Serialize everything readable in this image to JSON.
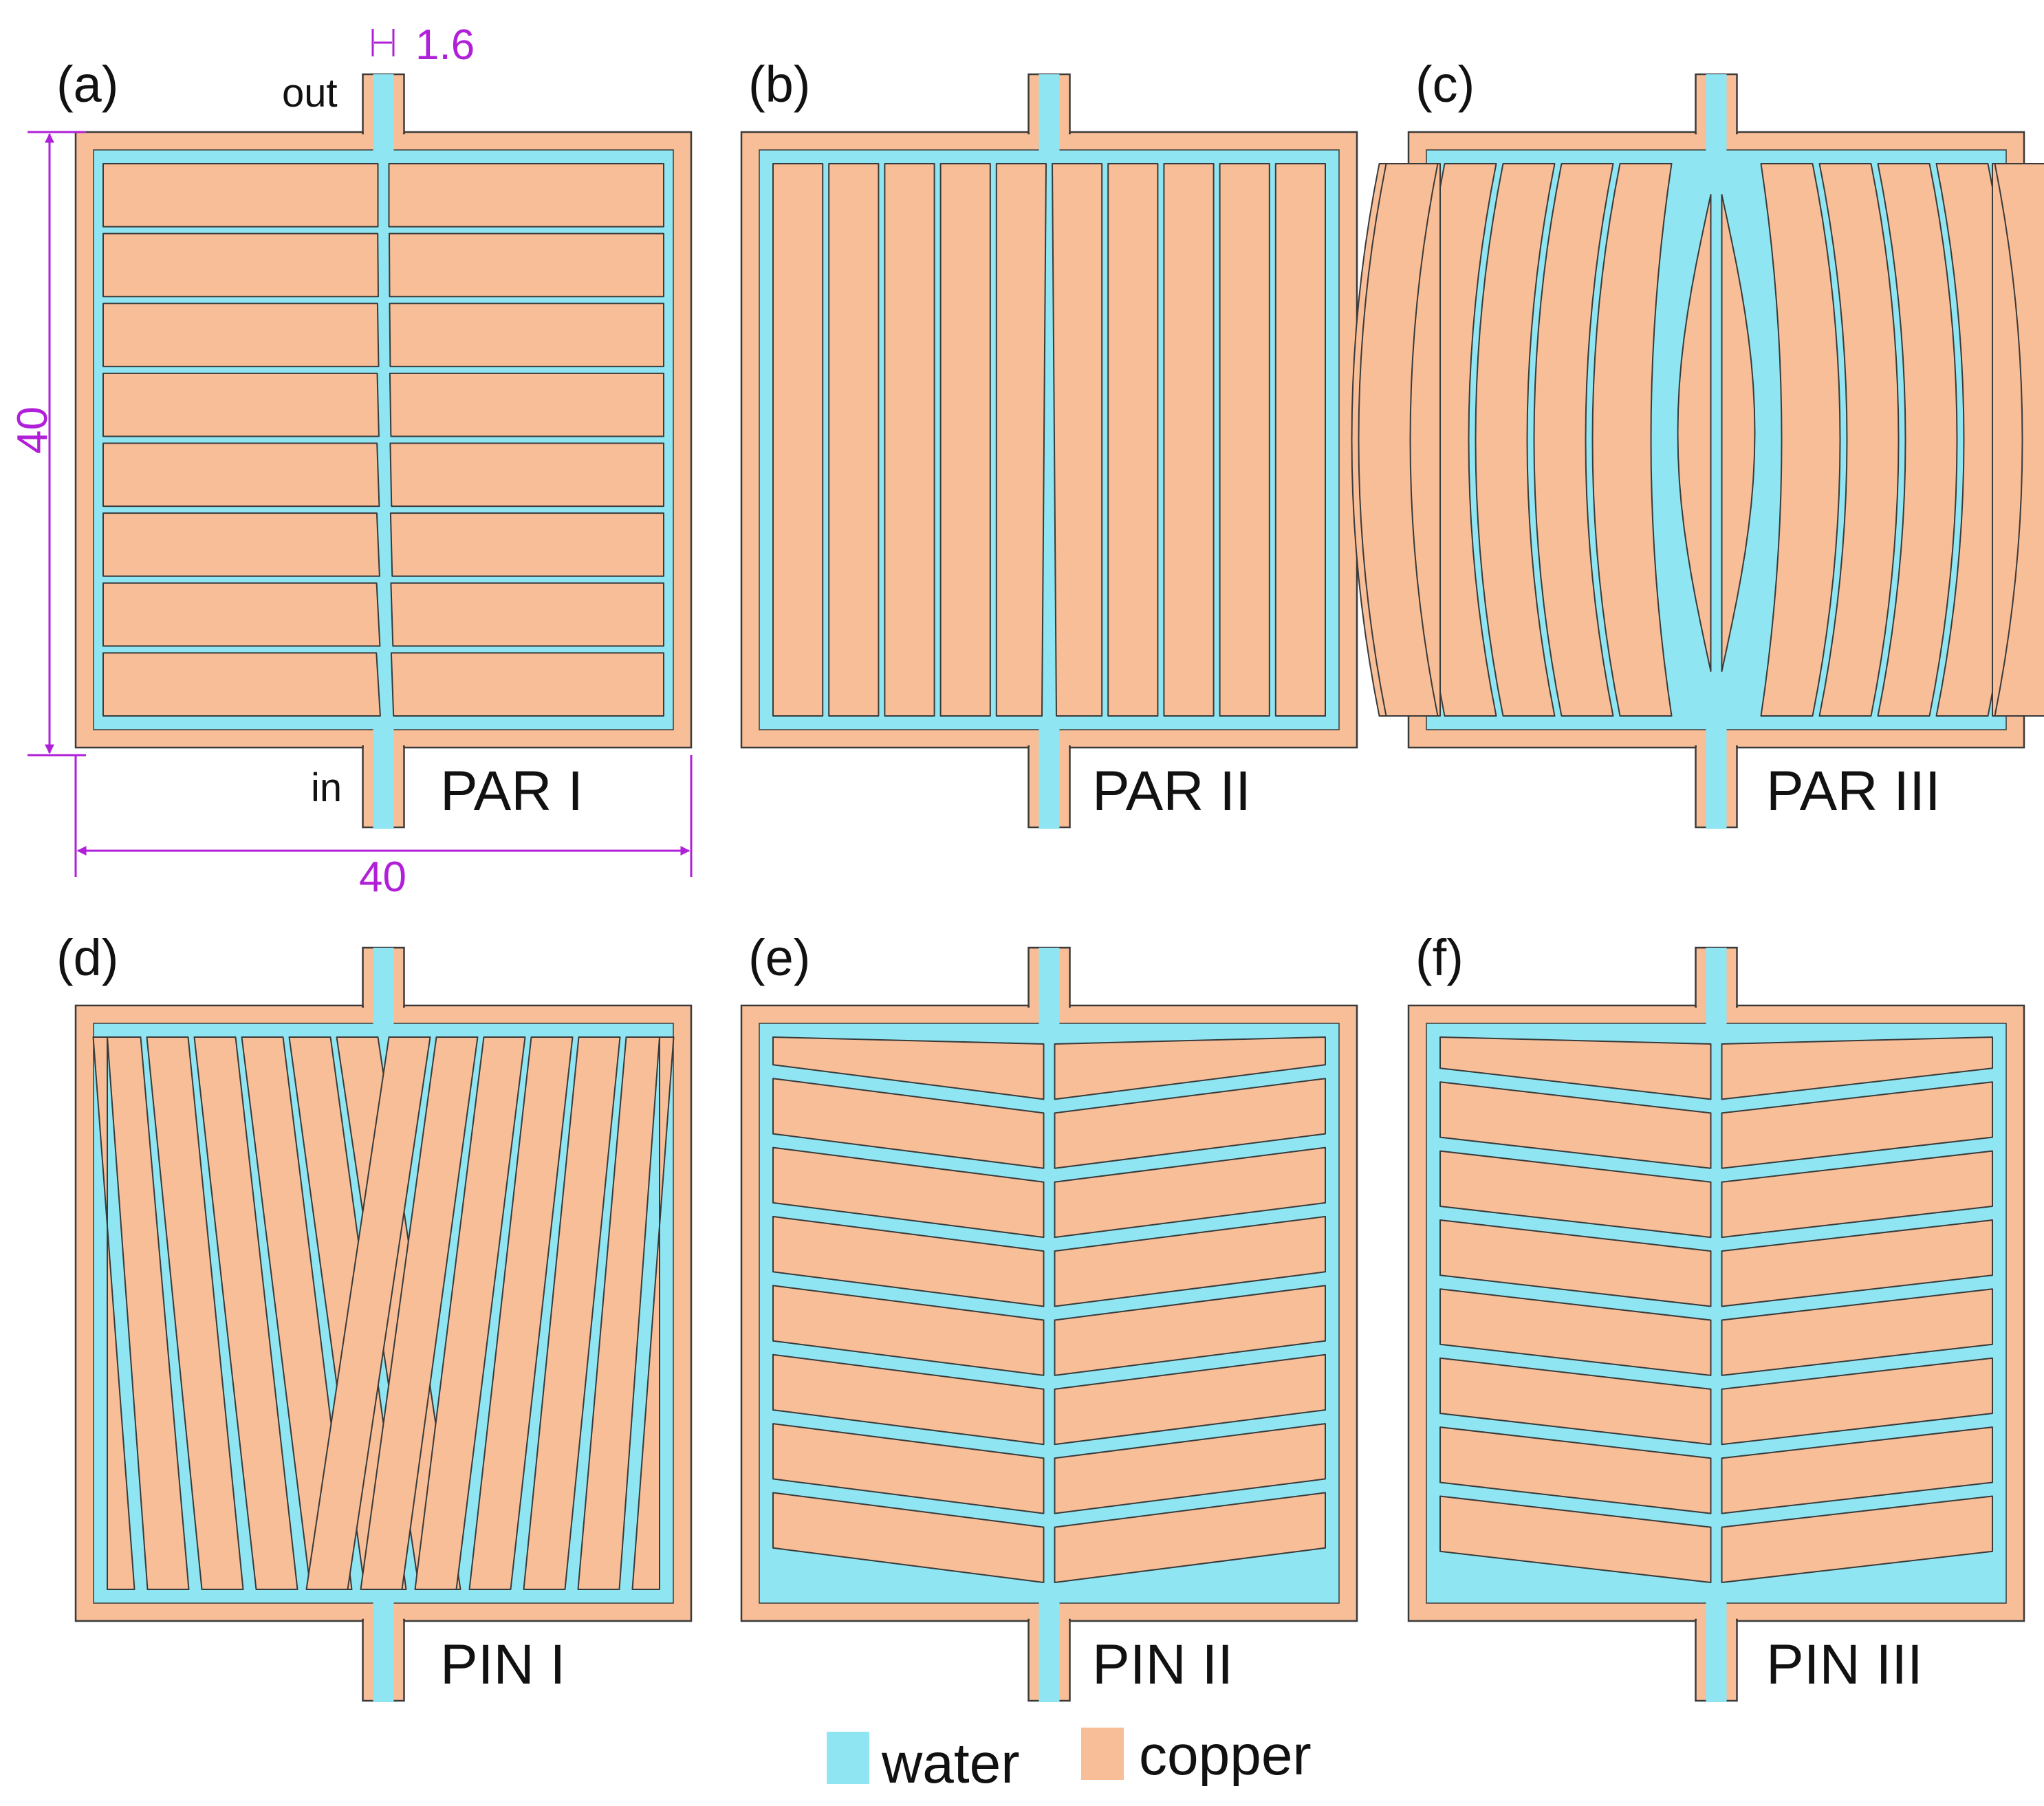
{
  "colors": {
    "water": "#8fe6f2",
    "copper": "#f7be98",
    "outline": "#3a3a3a",
    "dimension": "#b020d8"
  },
  "panels": [
    {
      "id": "a",
      "label": "(a)",
      "design": "PAR I",
      "pattern": "par1"
    },
    {
      "id": "b",
      "label": "(b)",
      "design": "PAR II",
      "pattern": "par2"
    },
    {
      "id": "c",
      "label": "(c)",
      "design": "PAR III",
      "pattern": "par3"
    },
    {
      "id": "d",
      "label": "(d)",
      "design": "PIN I",
      "pattern": "pin1"
    },
    {
      "id": "e",
      "label": "(e)",
      "design": "PIN II",
      "pattern": "pin2"
    },
    {
      "id": "f",
      "label": "(f)",
      "design": "PIN III",
      "pattern": "pin3"
    }
  ],
  "annotations": {
    "outlet": "out",
    "inlet": "in",
    "channel_width": "1.6",
    "height": "40",
    "width": "40"
  },
  "legend": [
    {
      "label": "water",
      "color": "#8fe6f2"
    },
    {
      "label": "copper",
      "color": "#f7be98"
    }
  ]
}
